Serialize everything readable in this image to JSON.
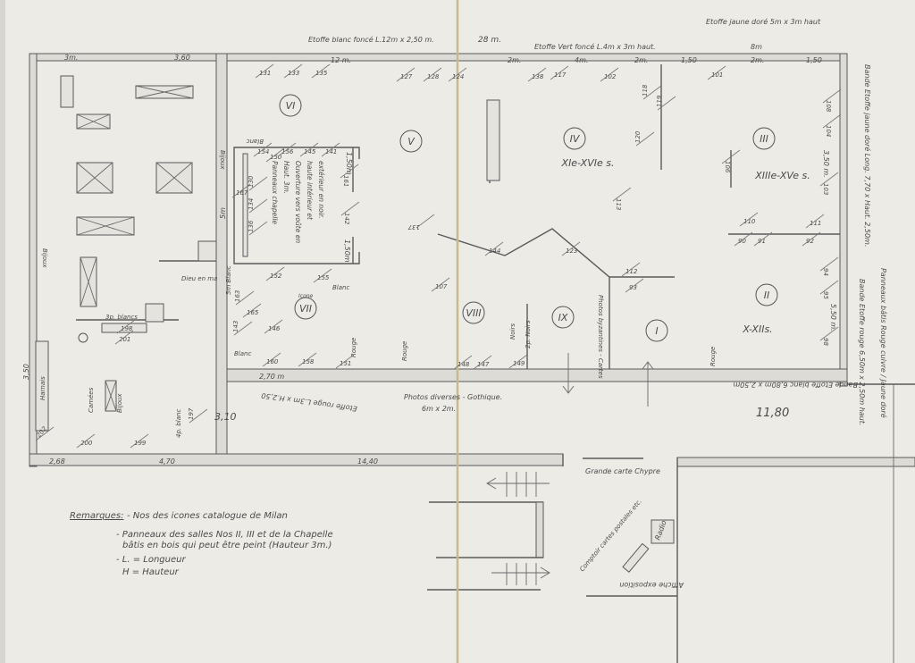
{
  "annotations": [
    "Etoffe blanc foncé L.12m x 2,50 m.",
    "28 m.",
    "Etoffe Vert foncé L.4m x 3m haut.",
    "Etoffe jaune doré 5m x 3m haut",
    "Bande Etoffe jaune doré Long. 7,70 x Haut. 2,50m.",
    "Panneaux bâtis Rouge cuivre / Jaune doré",
    "Bande Etoffe rouge 6,50m x 2,50m haut.",
    "Bande Etoffe blanc 6,80m x 2,50m",
    "Photos diverses - Gothique.",
    "6m x 2m.",
    "Etoffe rouge L.3m x H.2,50",
    "Grande carte Chypre",
    "Radio",
    "Comptoir cartes postales etc.",
    "Affiche exposition",
    "Panneaux chapelle",
    "Haut. 3m.",
    "Ouverture vers voûte en",
    "haute intérieur et",
    "extérieur en noir.",
    "Dieu en ma",
    "3p. blancs",
    "Bijoux",
    "Bijoux",
    "Bijoux",
    "Camées",
    "Harnais",
    "4p. blanc",
    "Photos byzantines - Cartes",
    "Blanc",
    "Blanc",
    "5m Blanc",
    "Rouge",
    "Noirs",
    "2p. Noirs",
    "Icone",
    "Blanc",
    "Rouge",
    "Rouge"
  ],
  "dimensions": [
    "3m.",
    "3,60",
    "12 m.",
    "2m.",
    "4m.",
    "2m.",
    "1,50",
    "2m.",
    "1,50",
    "8m",
    "3,50 m.",
    "5,50 m.",
    "2,70 m",
    "3,10",
    "11,80",
    "2,68",
    "4,70",
    "14,40",
    "3,50",
    "5m",
    "1,50m",
    "1,50m"
  ],
  "rooms": [
    {
      "numeral": "VI"
    },
    {
      "numeral": "V"
    },
    {
      "numeral": "IV"
    },
    {
      "numeral": "III"
    },
    {
      "numeral": "VII"
    },
    {
      "numeral": "VIII"
    },
    {
      "numeral": "IX"
    },
    {
      "numeral": "I"
    },
    {
      "numeral": "II"
    }
  ],
  "periods": [
    "XIe-XVIe s.",
    "XIIIe-XVe s.",
    "X-XIIs."
  ],
  "catalogue_numbers": [
    "131",
    "133",
    "135",
    "127",
    "128",
    "124",
    "138",
    "117",
    "102",
    "101",
    "108",
    "104",
    "103",
    "111",
    "94",
    "95",
    "98",
    "90",
    "91",
    "92",
    "110",
    "93",
    "112",
    "113",
    "106",
    "118",
    "119",
    "120",
    "150",
    "143",
    "163",
    "165",
    "107",
    "137",
    "167",
    "154",
    "156",
    "145",
    "136",
    "134",
    "130",
    "141",
    "161",
    "160",
    "158",
    "152",
    "155",
    "149",
    "148",
    "147",
    "144",
    "123",
    "142",
    "198",
    "201",
    "197",
    "200",
    "199",
    "202",
    "146",
    "151"
  ],
  "remarks": {
    "heading": "Remarques:",
    "lines": [
      "- Nos des icones catalogue de Milan",
      "- Panneaux des salles Nos II, III et de la Chapelle",
      "bâtis en bois qui peut être peint (Hauteur 3m.)",
      "- L. = Longueur",
      "H = Hauteur"
    ]
  },
  "colors": {
    "paper": "#ecebe6",
    "pencil": "#4a4a4a",
    "fold": "#c9b98c"
  }
}
